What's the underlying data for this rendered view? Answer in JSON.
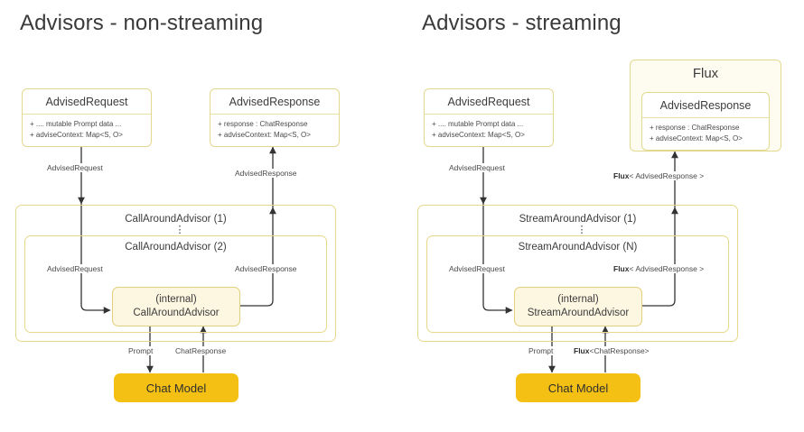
{
  "panels": [
    {
      "id": "non-streaming",
      "title": "Advisors - non-streaming",
      "request_class": {
        "name": "AdvisedRequest",
        "attrs": [
          "+ .... mutable Prompt data ...",
          "+ adviseContext: Map<S, O>"
        ]
      },
      "response_class": {
        "name": "AdvisedResponse",
        "attrs": [
          "+ response : ChatResponse",
          "+ adviseContext: Map<S, O>"
        ]
      },
      "wrapper": null,
      "outer_advisor": "CallAroundAdvisor (1)",
      "inner_advisor": "CallAroundAdvisor (2)",
      "ellipsis": "⋮",
      "internal_box": {
        "line1": "(internal)",
        "line2": "CallAroundAdvisor"
      },
      "chat_model": "Chat Model",
      "edges": {
        "request_down": "AdvisedRequest",
        "response_up": "AdvisedResponse",
        "inner_request": "AdvisedRequest",
        "inner_response": "AdvisedResponse",
        "prompt": "Prompt",
        "chat_response_plain": "ChatResponse",
        "chat_response_bold": "",
        "chat_response_rest": ""
      }
    },
    {
      "id": "streaming",
      "title": "Advisors - streaming",
      "request_class": {
        "name": "AdvisedRequest",
        "attrs": [
          "+ .... mutable Prompt data ...",
          "+ adviseContext: Map<S, O>"
        ]
      },
      "response_class": {
        "name": "AdvisedResponse",
        "attrs": [
          "+ response : ChatResponse",
          "+ adviseContext: Map<S, O>"
        ]
      },
      "wrapper": {
        "name": "Flux"
      },
      "outer_advisor": "StreamAroundAdvisor (1)",
      "inner_advisor": "StreamAroundAdvisor (N)",
      "ellipsis": "⋮",
      "internal_box": {
        "line1": "(internal)",
        "line2": "StreamAroundAdvisor"
      },
      "chat_model": "Chat Model",
      "edges": {
        "request_down": "AdvisedRequest",
        "response_up_bold": "Flux",
        "response_up_rest": "< AdvisedResponse >",
        "inner_request": "AdvisedRequest",
        "inner_response_bold": "Flux",
        "inner_response_rest": "< AdvisedResponse >",
        "prompt": "Prompt",
        "chat_response_bold": "Flux",
        "chat_response_rest": "<ChatResponse>"
      }
    }
  ],
  "colors": {
    "card_border": "#e3d88f",
    "container_border": "#e8d98a",
    "internal_fill": "#fdf6e0",
    "wrapper_fill": "#fefcf0",
    "chat_model_fill": "#f5c014",
    "arrow": "#333333",
    "text": "#3c3c3c"
  }
}
